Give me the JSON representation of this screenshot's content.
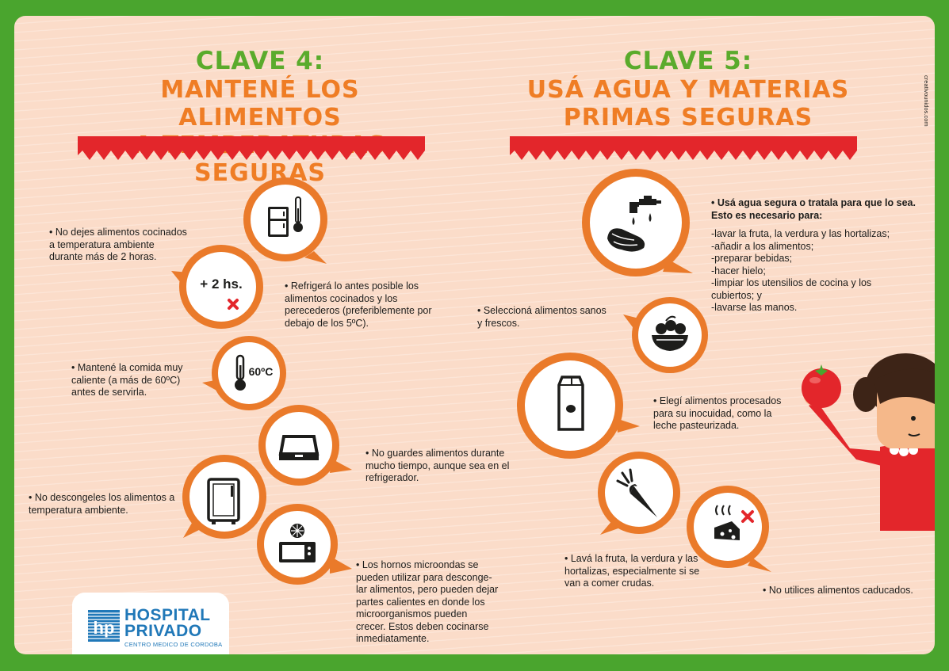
{
  "colors": {
    "frame": "#4aa52e",
    "background": "#fbdcc9",
    "green": "#5aab2c",
    "orange": "#ef7d25",
    "ring": "#ea7a2a",
    "ribbon": "#e3262b"
  },
  "credit": "creativounidos.com",
  "key4": {
    "title": "CLAVE 4:",
    "line1": "MANTENÉ LOS ALIMENTOS",
    "line2": "A TEMPERATURAS SEGURAS",
    "bubbles": [
      {
        "icon": "fridge-thermometer-icon"
      },
      {
        "icon": "two-hours-cross-icon",
        "label": "+ 2 hs."
      },
      {
        "icon": "thermometer-icon",
        "label": "60ºC"
      },
      {
        "icon": "storage-box-icon"
      },
      {
        "icon": "refrigerator-icon"
      },
      {
        "icon": "microwave-icon"
      }
    ],
    "texts": {
      "t1": [
        "• No dejes alimentos cocinados",
        "a temperatura ambiente",
        "durante más de 2 horas."
      ],
      "t2": [
        "• Refrigerá lo antes posible los",
        "alimentos cocinados y los",
        "perecederos (preferiblemente por",
        "debajo de los 5ºC)."
      ],
      "t3": [
        "• Mantené la comida muy",
        "caliente (a más de 60ºC)",
        "antes de servirla."
      ],
      "t4": [
        "• No guardes alimentos durante",
        "mucho tiempo, aunque sea en el",
        "refrigerador."
      ],
      "t5": [
        "• No descongeles los alimentos a",
        "temperatura ambiente."
      ],
      "t6": [
        "• Los hornos microondas se",
        "pueden utilizar para desconge-",
        "lar alimentos, pero pueden dejar",
        "partes calientes en donde los",
        "microorganismos pueden",
        "crecer. Estos deben cocinarse",
        "inmediatamente."
      ]
    }
  },
  "key5": {
    "title": "CLAVE 5:",
    "line1": "USÁ AGUA Y MATERIAS",
    "line2": "PRIMAS SEGURAS",
    "bubbles": [
      {
        "icon": "washing-hands-tap-icon"
      },
      {
        "icon": "fruit-bowl-icon"
      },
      {
        "icon": "milk-carton-icon"
      },
      {
        "icon": "carrot-icon"
      },
      {
        "icon": "spoiled-food-cross-icon"
      }
    ],
    "texts": {
      "t1_head": [
        "•  Usá agua segura o tratala para que lo sea.",
        "Esto es necesario para:"
      ],
      "t1_list": [
        "-lavar la fruta, la verdura y las hortalizas;",
        "-añadir a los alimentos;",
        "-preparar bebidas;",
        "-hacer hielo;",
        "-limpiar los utensilios de cocina y los",
        "cubiertos; y",
        "-lavarse las manos."
      ],
      "t2": [
        "• Seleccioná alimentos sanos",
        "y frescos."
      ],
      "t3": [
        "•  Elegí alimentos procesados",
        "para su inocuidad, como la",
        "leche pasteurizada."
      ],
      "t4": [
        "• Lavá la fruta, la verdura y las",
        "hortalizas, especialmente si se",
        "van a comer crudas."
      ],
      "t5": [
        "• No utilices alimentos caducados."
      ]
    }
  },
  "logo": {
    "line1": "HOSPITAL",
    "line2": "PRIVADO",
    "line3": "CENTRO MEDICO DE CORDOBA"
  }
}
